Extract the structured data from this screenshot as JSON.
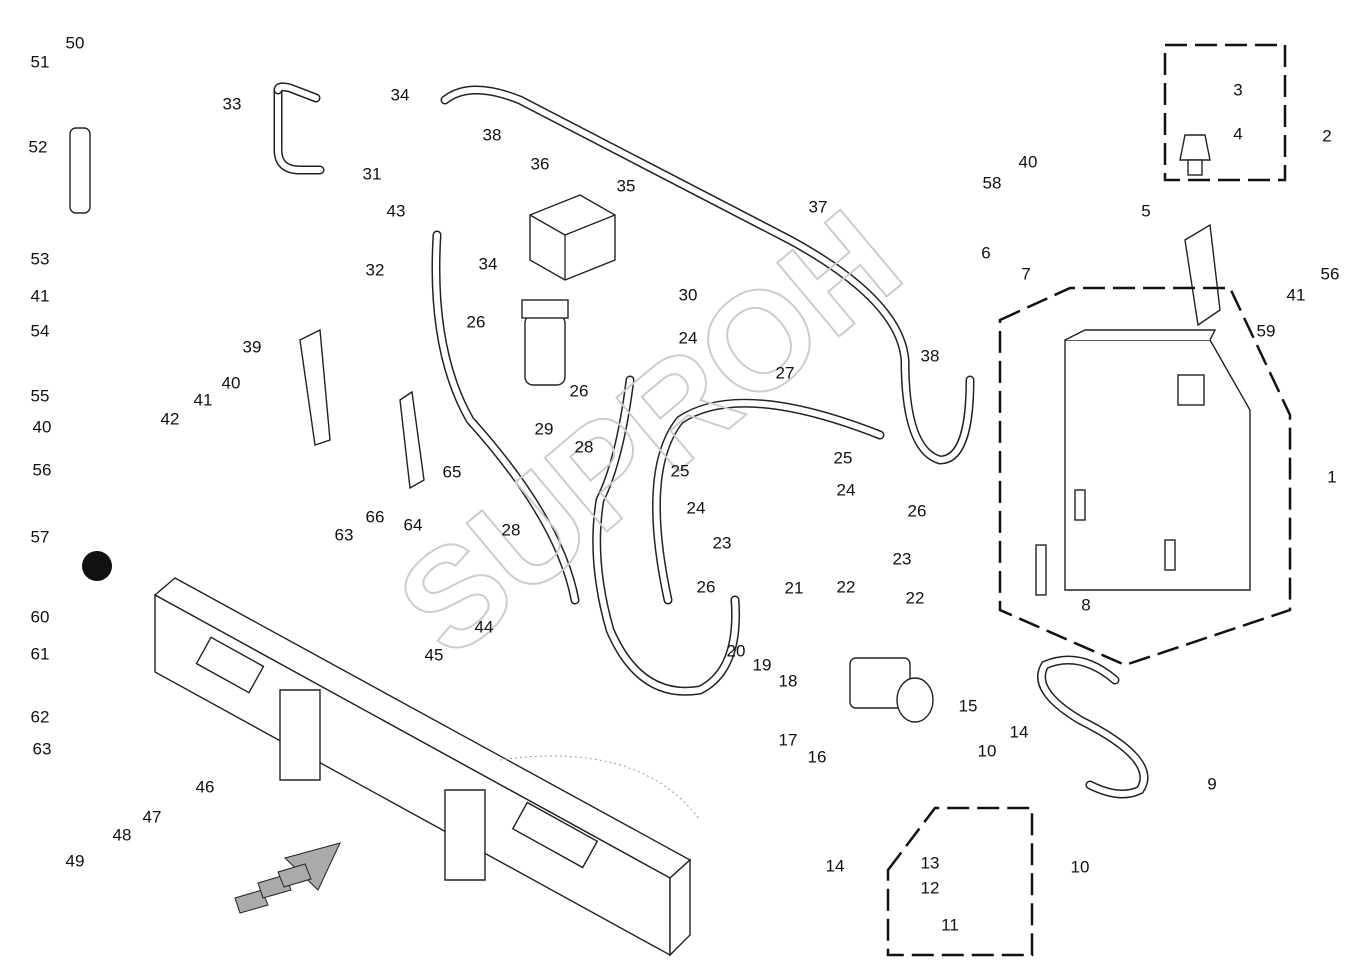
{
  "diagram": {
    "callouts": [
      "50",
      "51",
      "52",
      "53",
      "41",
      "54",
      "55",
      "40",
      "56",
      "57",
      "60",
      "61",
      "62",
      "63",
      "33",
      "34",
      "38",
      "36",
      "31",
      "43",
      "35",
      "32",
      "34",
      "30",
      "24",
      "26",
      "26",
      "29",
      "39",
      "40",
      "41",
      "42",
      "65",
      "63",
      "66",
      "64",
      "28",
      "28",
      "27",
      "25",
      "25",
      "24",
      "24",
      "26",
      "23",
      "23",
      "26",
      "21",
      "22",
      "22",
      "20",
      "19",
      "18",
      "15",
      "17",
      "16",
      "10",
      "14",
      "9",
      "14",
      "13",
      "12",
      "11",
      "10",
      "44",
      "45",
      "46",
      "47",
      "48",
      "49",
      "37",
      "6",
      "7",
      "38",
      "40",
      "58",
      "5",
      "56",
      "41",
      "59",
      "3",
      "4",
      "2",
      "1",
      "8"
    ],
    "colors": {
      "ink": "#222222",
      "background": "#ffffff"
    }
  }
}
